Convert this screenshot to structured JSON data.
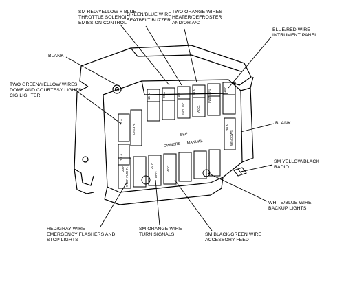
{
  "labels": {
    "top_left": [
      "SM RED/YELLOW + BLUE",
      "THROTTLE SOLENOID",
      "EMISSION CONTROL"
    ],
    "top_mid": [
      "GREEN/BLUE WIRE",
      "SEATBELT BUZZER"
    ],
    "top_right": [
      "TWO ORANGE WIRES",
      "HEATER/DEFROSTER",
      "AND/OR A/C"
    ],
    "instrument": [
      "BLUE/RED WIRE",
      "INTRUMENT PANEL"
    ],
    "blank_left": [
      "BLANK"
    ],
    "dome": [
      "TWO GREEN/YELLOW WIRES",
      "DOME AND COURTESY LIGHTS",
      "CIG LIGHTER"
    ],
    "blank_right": [
      "BLANK"
    ],
    "radio": [
      "SM YELLOW/BLACK",
      "RADIO"
    ],
    "backup": [
      "WHITE/BLUE WIRE",
      "BACKUP LIGHTS"
    ],
    "emergency": [
      "RED/GRAY WIRE",
      "EMERGENCY FLASHERS AND",
      "STOP LIGHTS"
    ],
    "turn": [
      "SM ORANGE WIRE",
      "TURN SIGNALS"
    ],
    "accessory": [
      "SM BLACK/GREEN WIRE",
      "ACCESSORY FEED"
    ]
  },
  "block": {
    "center_text": [
      "SEE",
      "OWNERS",
      "MANUAL"
    ],
    "upper_fuse_labels": [
      "15 A",
      "25 A",
      "6 A",
      "20 A",
      "INST. PNL",
      "15 A"
    ],
    "upper_fuse_sublabels": [
      "",
      "",
      "ENG. EC.",
      "ACC.",
      "",
      ""
    ],
    "left_fuse_labels": [
      "15 A",
      "CIG.TR.",
      "7.5 A"
    ],
    "lower_fuse_labels": [
      "20 A",
      "STOP FLSHR.",
      "20 A",
      "TURN",
      "ACC",
      "",
      ""
    ],
    "right_fuse_labels": [
      "30 A",
      "WINDOWS"
    ]
  }
}
